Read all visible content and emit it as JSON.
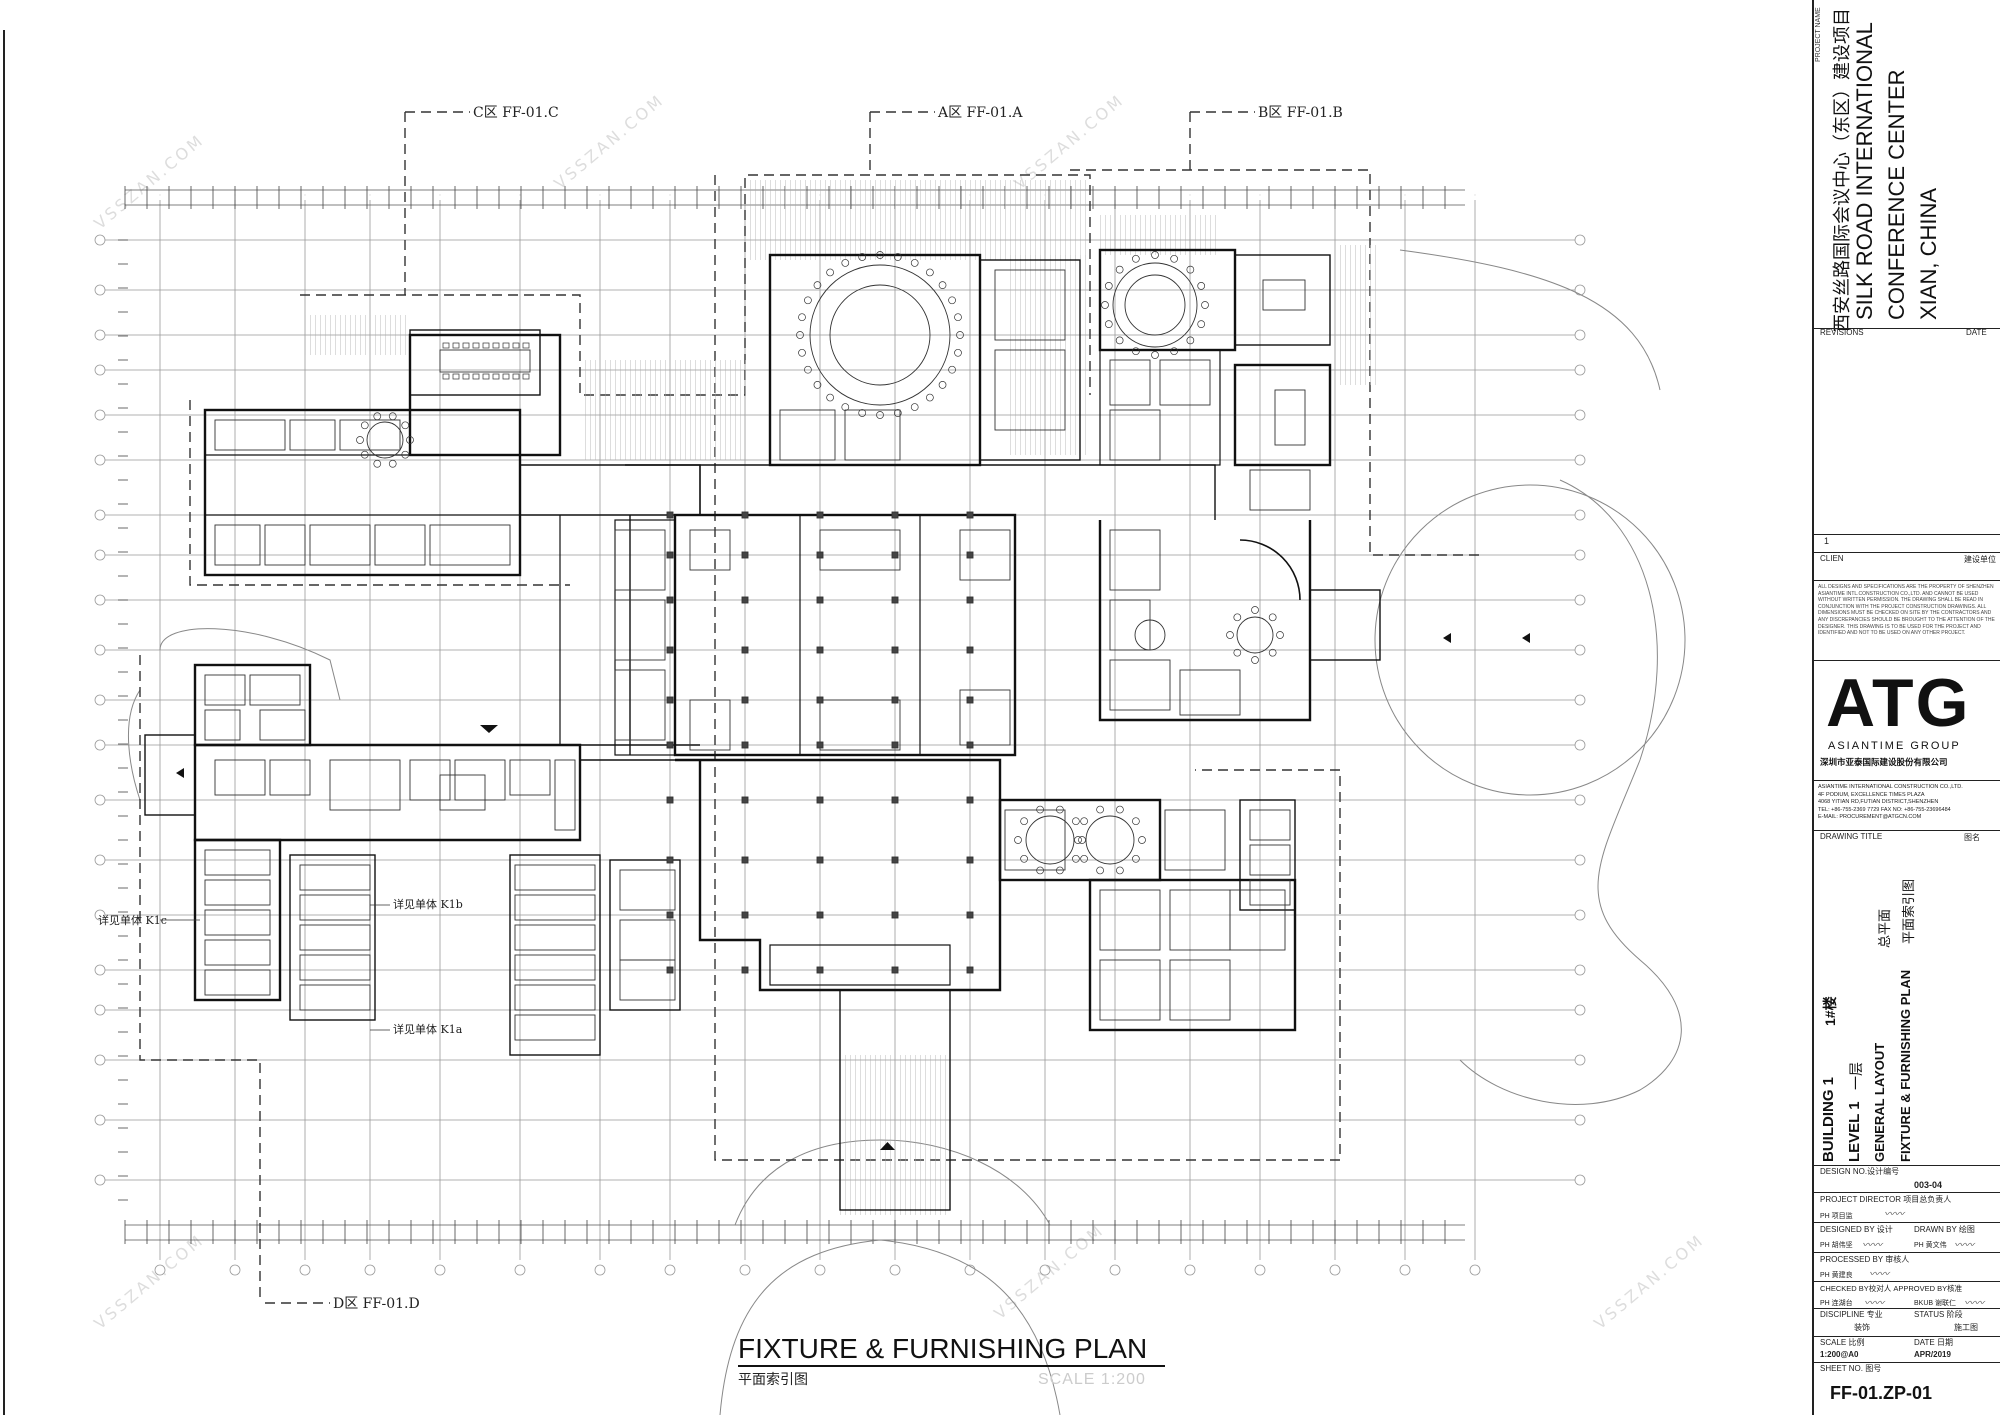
{
  "plan": {
    "title": "FIXTURE & FURNISHING PLAN",
    "subtitle": "平面索引图",
    "scale": "SCALE 1:200",
    "zones": {
      "a": "A区 FF-01.A",
      "b": "B区 FF-01.B",
      "c": "C区 FF-01.C",
      "d": "D区 FF-01.D"
    },
    "callouts": {
      "k1c": "详见单体 K1c",
      "k1b": "详见单体 K1b",
      "k1a": "详见单体 K1a"
    },
    "watermark": "VSSZAN.COM"
  },
  "titleblock": {
    "project_name_label": "PROJECT NAME",
    "project_cn": "西安丝路国际会议中心（东区）建设项目",
    "project_en_1": "SILK ROAD INTERNATIONAL",
    "project_en_2": "CONFERENCE CENTER",
    "project_en_3": "XIAN, CHINA",
    "revisions": "REVISIONS",
    "date": "DATE",
    "rev_number": "1",
    "client": "CLIEN",
    "client_cn": "建设单位",
    "notice": "ALL DESIGNS AND SPECIFICATIONS ARE THE PROPERTY OF SHENZHEN ASIANTIME INTL.CONSTRUCTION CO.,LTD. AND CANNOT BE USED WITHOUT WRITTEN PERMISSION. THE DRAWING SHALL BE READ IN CONJUNCTION WITH THE PROJECT CONSTRUCTION DRAWINGS. ALL DIMENSIONS MUST BE CHECKED ON SITE BY THE CONTRACTORS AND ANY DISCREPANCIES SHOULD BE BROUGHT TO THE ATTENTION OF THE DESIGNER. THIS DRAWING IS TO BE USED FOR THE PROJECT AND IDENTIFIED AND NOT TO BE USED ON ANY OTHER PROJECT.",
    "logo": "ATG",
    "company_en": "ASIANTIME GROUP",
    "company_cn": "深圳市亚泰国际建设股份有限公司",
    "address_1": "ASIANTIME INTERNATIONAL CONSTRUCTION CO.,LTD.",
    "address_2": "4F PODIUM, EXCELLENCE TIMES PLAZA",
    "address_3": "4068 YITIAN RD,FUTIAN DISTRICT,SHENZHEN",
    "address_4": "TEL: +86-755-2369 7729  FAX NO: +86-755-23696484",
    "address_5": "E-MAIL: PROCUREMENT@ATGCN.COM",
    "drawing_title": "DRAWING TITLE",
    "drawing_title_cn": "图名",
    "building": "BUILDING 1",
    "building_cn": "1#楼",
    "level": "LEVEL 1",
    "level_cn": "一层",
    "general_layout": "GENERAL LAYOUT",
    "general_layout_cn": "总平面",
    "ff_plan": "FIXTURE & FURNISHING PLAN",
    "ff_plan_cn": "平面索引图",
    "design_no": "DESIGN NO.设计编号",
    "design_no_val": "003-04",
    "project_director": "PROJECT DIRECTOR  项目总负责人",
    "ph_1": "PH 项目监",
    "designed_by": "DESIGNED BY  设计",
    "drawn_by": "DRAWN BY  绘图",
    "ph_2": "PH 胡伟坚",
    "ph_3": "PH 黄文伟",
    "processed_by": "PROCESSED BY 审核人",
    "ph_4": "PH 黄建良",
    "checked_by": "CHECKED BY校对人 APPROVED BY核准",
    "ph_5": "PH 连湖台",
    "ph_6": "BKUB 谢联仁",
    "discipline": "DISCIPLINE  专业",
    "discipline_val": "装饰",
    "status": "STATUS  阶段",
    "status_val": "施工图",
    "scale_label": "SCALE  比例",
    "scale_val": "1:200@A0",
    "date_label": "DATE  日期",
    "date_val": "APR/2019",
    "sheet_no_label": "SHEET NO.  图号",
    "sheet_no": "FF-01.ZP-01"
  }
}
